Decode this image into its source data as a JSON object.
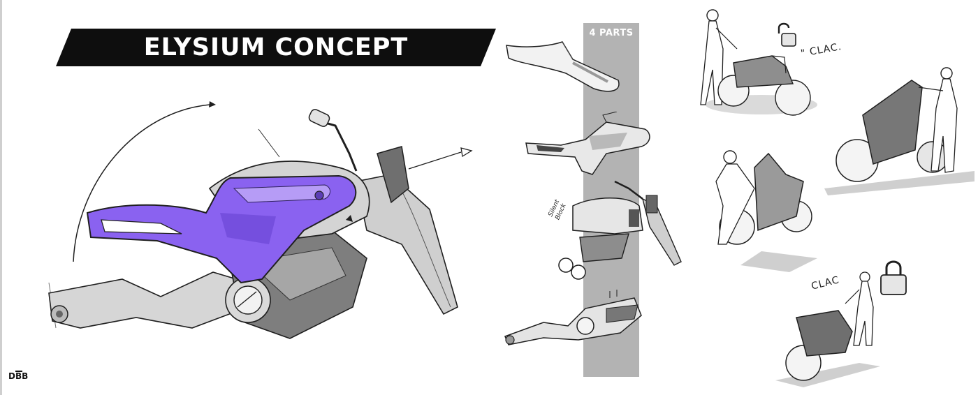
{
  "title": "ELYSIUM CONCEPT",
  "parts_label": "4 PARTS",
  "annotations": {
    "clac_top": "\" CLAC.",
    "clac_bottom": "CLAC",
    "silent_block_line1": "Silent",
    "silent_block_line2": "Block"
  },
  "logo_text": "DBB",
  "colors": {
    "banner": "#0e0e0e",
    "accent_purple": "#8a62f0",
    "parts_band": "#b3b3b3",
    "ink": "#1f1f1f",
    "shade": "#9a9a9a"
  },
  "icons": [
    "padlock-icon",
    "padlock-icon"
  ]
}
